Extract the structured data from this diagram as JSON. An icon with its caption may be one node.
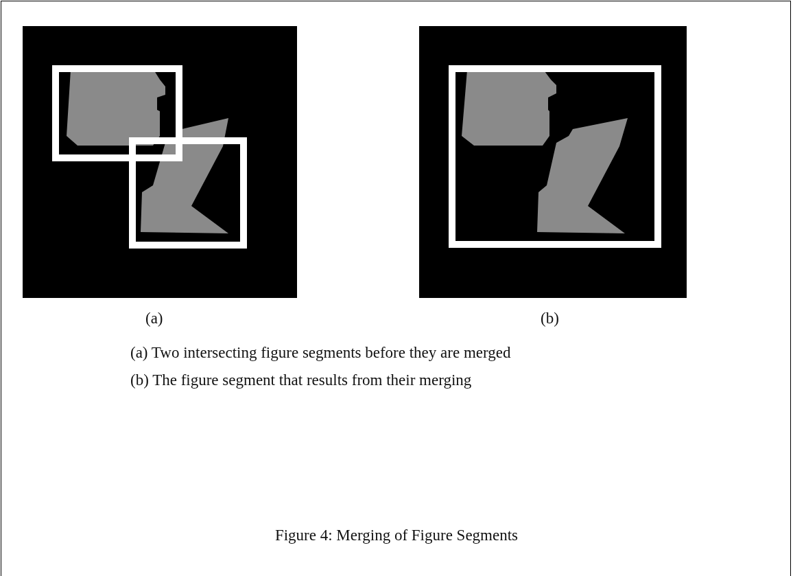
{
  "diagram": {
    "caption": "Figure 4: Merging of Figure Segments",
    "labels": [
      "(a)",
      "(b)",
      "(a) Two intersecting figure segments before they are merged",
      "(b) The figure segment that results from their merging"
    ]
  }
}
